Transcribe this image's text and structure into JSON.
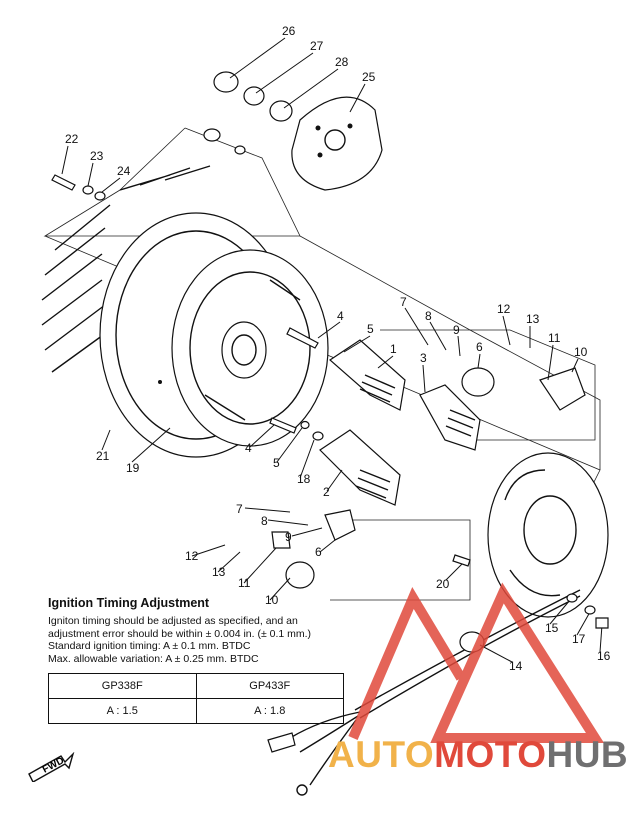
{
  "callouts": [
    "26",
    "27",
    "28",
    "25",
    "22",
    "23",
    "24",
    "4",
    "5",
    "7",
    "8",
    "9",
    "3",
    "6",
    "12",
    "13",
    "11",
    "10",
    "1",
    "4",
    "5",
    "18",
    "2",
    "21",
    "19",
    "7",
    "8",
    "9",
    "6",
    "12",
    "13",
    "11",
    "10",
    "20",
    "15",
    "17",
    "16",
    "14"
  ],
  "timing": {
    "title": "Ignition Timing Adjustment",
    "lines": [
      "Igniton timing should be adjusted as specified, and an",
      "adjustment error should be within ± 0.004 in. (± 0.1 mm.)",
      "Standard ignition timing:  A ± 0.1 mm. BTDC",
      "Max. allowable variation:  A ± 0.25 mm. BTDC"
    ],
    "table": {
      "headers": [
        "GP338F",
        "GP433F"
      ],
      "values": [
        "A : 1.5",
        "A : 1.8"
      ]
    }
  },
  "fwd_label": "FWD",
  "watermark": {
    "part1": "AUTO",
    "part2": "MOTO",
    "part3": "HUB"
  },
  "colors": {
    "ink": "#111111",
    "logo_red": "#e0493b",
    "logo_orange": "#f1b24a",
    "logo_gray": "#6f6f70"
  }
}
